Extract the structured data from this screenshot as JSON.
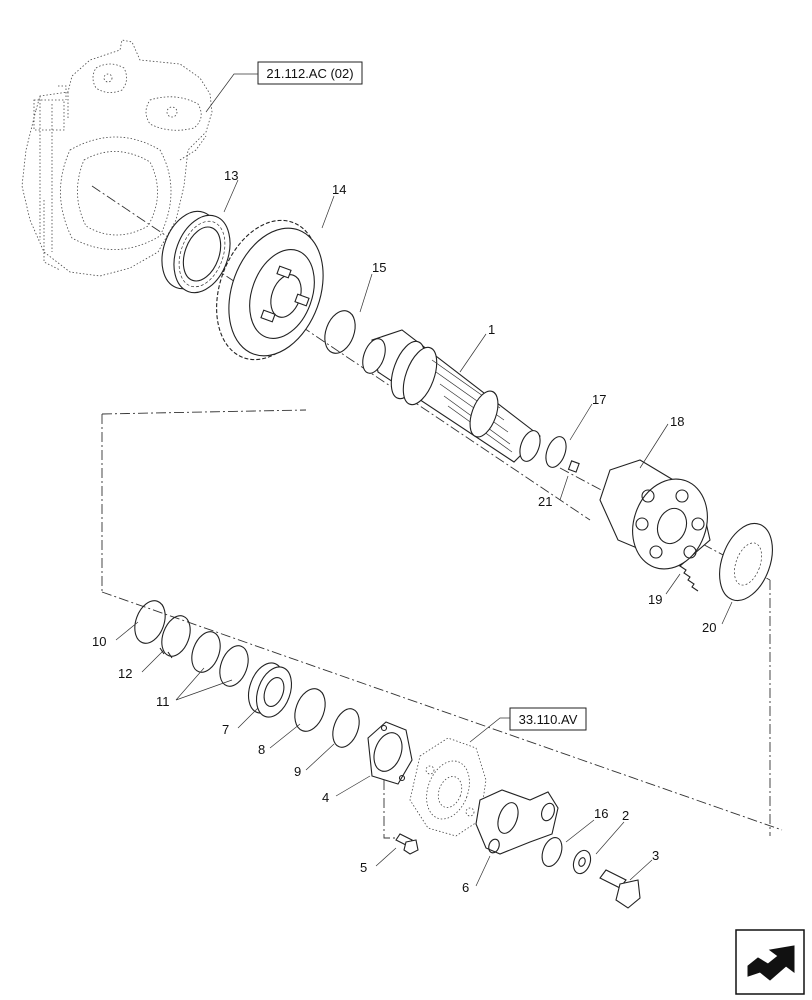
{
  "references": {
    "ref_top": "21.112.AC (02)",
    "ref_bottom": "33.110.AV"
  },
  "callouts": {
    "c1": "1",
    "c2": "2",
    "c3": "3",
    "c4": "4",
    "c5": "5",
    "c6": "6",
    "c7": "7",
    "c8": "8",
    "c9": "9",
    "c10": "10",
    "c11": "11",
    "c12": "12",
    "c13": "13",
    "c14": "14",
    "c15": "15",
    "c16": "16",
    "c17": "17",
    "c18": "18",
    "c19": "19",
    "c20": "20",
    "c21": "21"
  },
  "icons": {
    "nav": "next-page-arrow-icon"
  }
}
